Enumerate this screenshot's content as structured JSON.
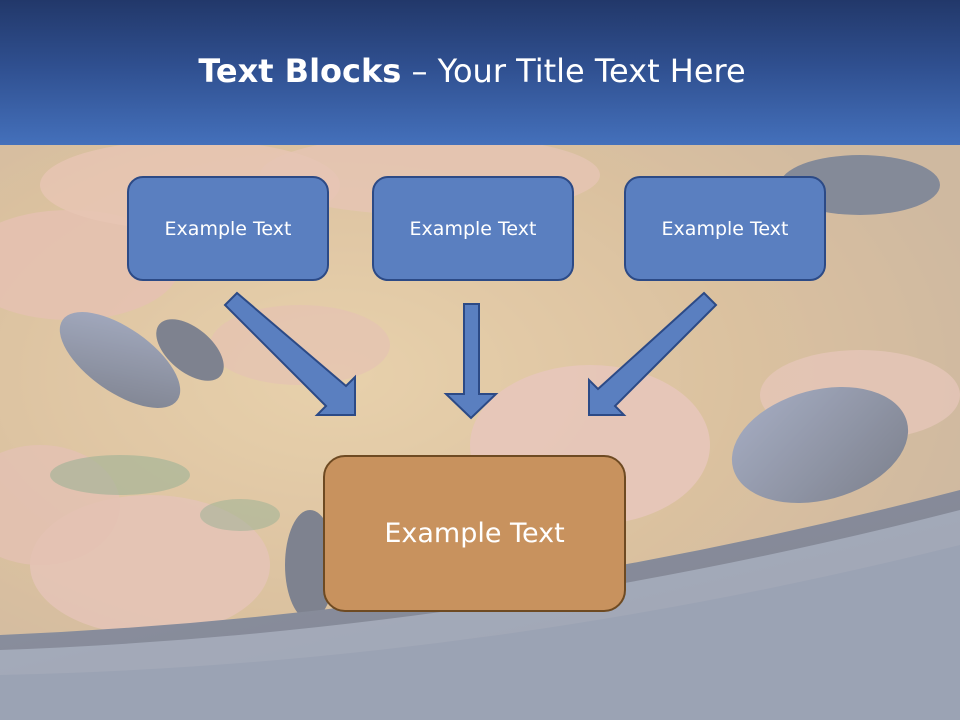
{
  "title": {
    "bold": "Text Blocks",
    "dash": "–",
    "rest": "Your Title Text Here"
  },
  "boxes": {
    "top": [
      "Example Text",
      "Example Text",
      "Example Text"
    ],
    "bottom": "Example Text"
  },
  "colors": {
    "header_dark": "#22386a",
    "header_light": "#4470bb",
    "blue_box": "#5a7fc0",
    "blue_border": "#2c4a86",
    "orange_box": "#c8925e",
    "orange_border": "#6e4a22"
  }
}
